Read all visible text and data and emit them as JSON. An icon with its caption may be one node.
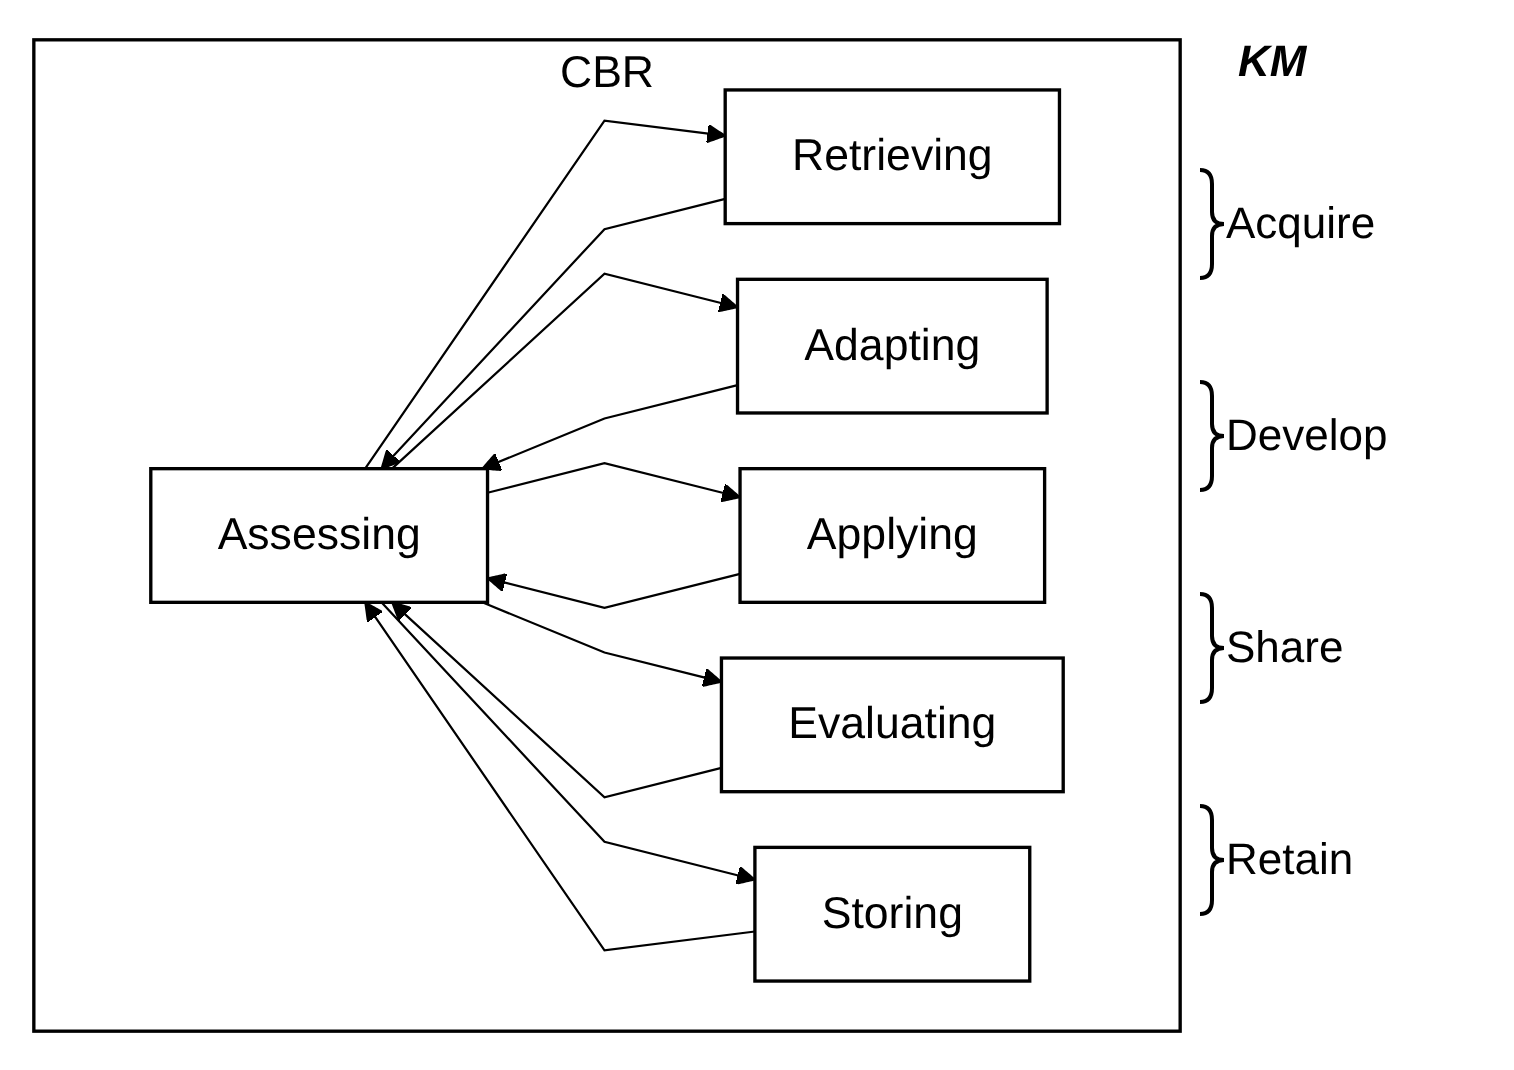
{
  "diagram": {
    "nodes": [
      {
        "text": [
          "CBR"
        ]
      },
      {
        "text": [
          "Assessing"
        ],
        "in": 0
      },
      {
        "text": [
          "Retrieving"
        ],
        "in": 0
      },
      {
        "text": [
          "Adapting"
        ],
        "in": 0
      },
      {
        "text": [
          "Applying"
        ],
        "in": 0
      },
      {
        "text": [
          "Evaluating"
        ],
        "in": 0
      },
      {
        "text": [
          "Storing"
        ],
        "in": 0
      }
    ],
    "edges": [
      {
        "from": 1,
        "to": 2,
        "arrow": "to"
      },
      {
        "from": 1,
        "to": 3,
        "arrow": "to"
      },
      {
        "from": 1,
        "to": 4,
        "arrow": "to"
      },
      {
        "from": 1,
        "to": 5,
        "arrow": "to"
      },
      {
        "from": 1,
        "to": 6,
        "arrow": "to"
      },
      {
        "from": 2,
        "to": 1,
        "arrow": "to"
      },
      {
        "from": 3,
        "to": 1,
        "arrow": "to"
      },
      {
        "from": 4,
        "to": 1,
        "arrow": "to"
      },
      {
        "from": 5,
        "to": 1,
        "arrow": "to"
      },
      {
        "from": 6,
        "to": 1,
        "arrow": "to"
      }
    ],
    "labels": [
      "KM",
      "Acquire",
      "Develop",
      "Share",
      "Retain"
    ]
  }
}
